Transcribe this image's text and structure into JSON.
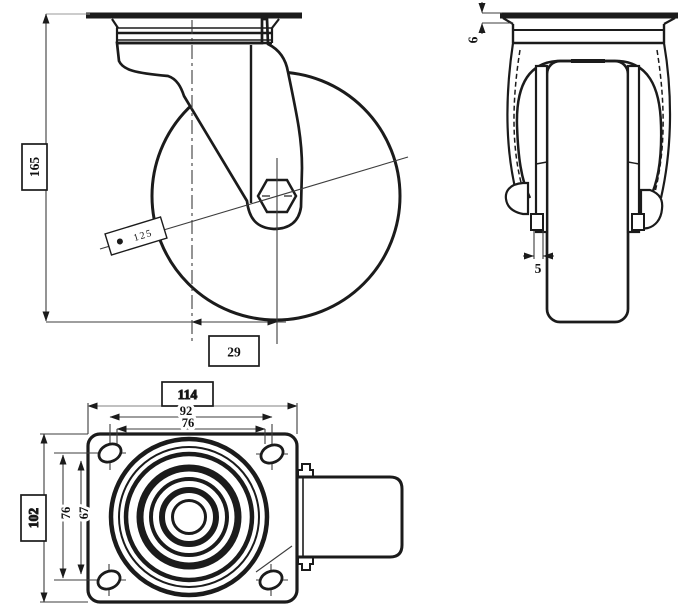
{
  "drawing_title": "swivel caster technical drawing",
  "colors": {
    "background": "#ffffff",
    "outline": "#1b1b1b",
    "thin_line": "#3d3d3d",
    "light_line": "#9a9a9a"
  },
  "views": {
    "side": {
      "dims": {
        "overall_height": "165",
        "swivel_offset": "29",
        "wheel_diameter": "125"
      }
    },
    "front": {
      "dims": {
        "plate_thickness": "6",
        "fork_leg_thickness": "5"
      }
    },
    "plate": {
      "dims": {
        "plate_length": "114",
        "hole_spacing_long_a": "92",
        "hole_spacing_long_b": "76",
        "plate_width": "102",
        "hole_spacing_short_a": "76",
        "hole_spacing_short_b": "67"
      }
    }
  }
}
